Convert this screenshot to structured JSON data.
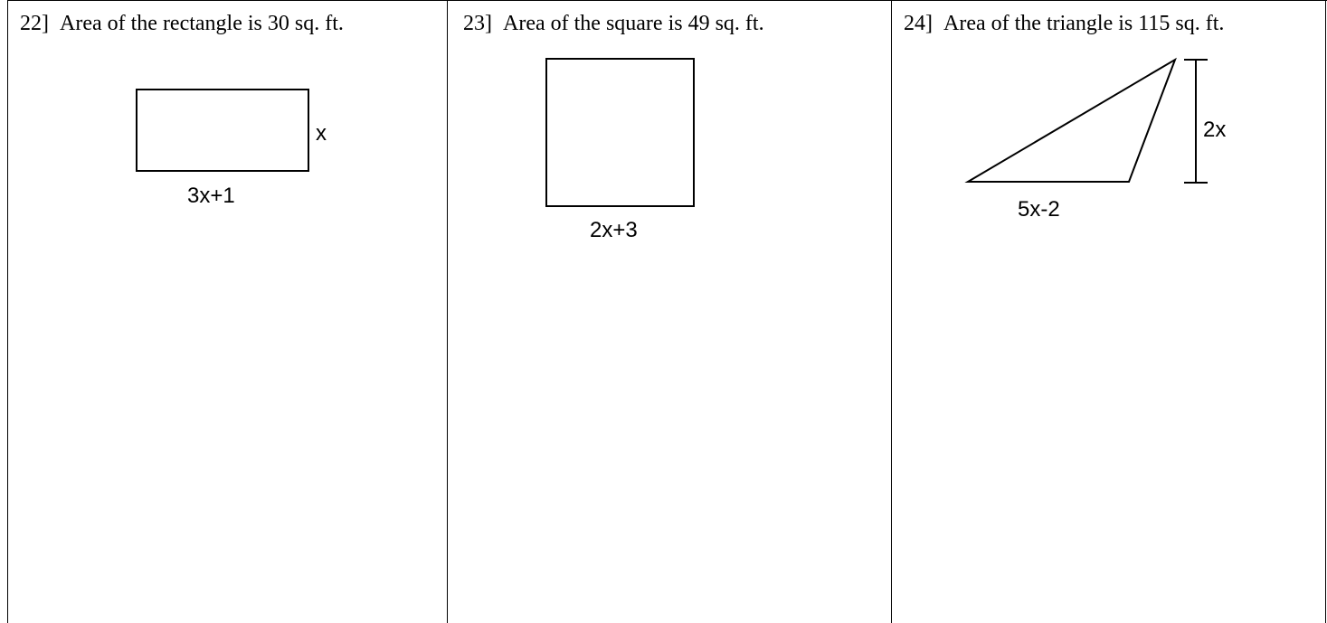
{
  "problems": [
    {
      "number": "22]",
      "prompt": "Area of the rectangle is 30 sq. ft.",
      "shape": "rectangle",
      "labels": {
        "side": "x",
        "bottom": "3x+1"
      }
    },
    {
      "number": "23]",
      "prompt": "Area of the square is 49 sq. ft.",
      "shape": "square",
      "labels": {
        "bottom": "2x+3"
      }
    },
    {
      "number": "24]",
      "prompt": "Area of the triangle is 115 sq. ft.",
      "shape": "triangle",
      "labels": {
        "height": "2x",
        "base": "5x-2"
      }
    }
  ]
}
